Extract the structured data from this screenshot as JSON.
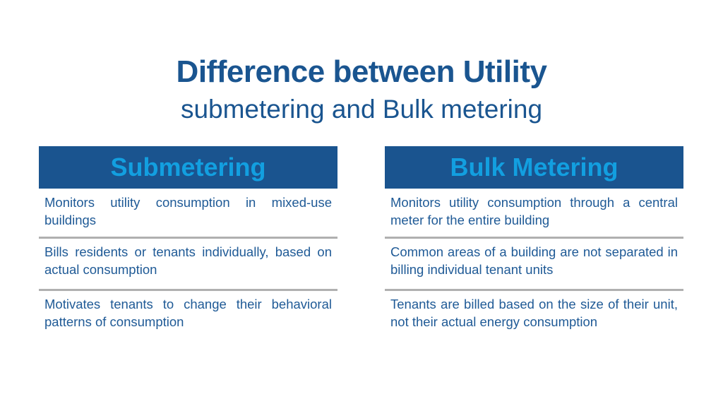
{
  "title": {
    "line1": "Difference between Utility",
    "line2": "submetering and Bulk metering"
  },
  "columns": [
    {
      "header": "Submetering",
      "rows": [
        "Monitors utility consumption in mixed-use buildings",
        "Bills residents or tenants individually, based on actual consumption",
        "Motivates tenants to change their behavioral patterns of consumption"
      ]
    },
    {
      "header": "Bulk Metering",
      "rows": [
        "Monitors utility consumption through a central meter for the entire building",
        "Common areas of a building are not separated in billing individual tenant units",
        "Tenants are billed based on the size of their unit, not their actual energy consumption"
      ]
    }
  ],
  "colors": {
    "title": "#1a5590",
    "header_bg": "#1a548f",
    "header_text": "#129fe0",
    "body_text": "#1f5a96",
    "divider": "#b0b0b0"
  }
}
